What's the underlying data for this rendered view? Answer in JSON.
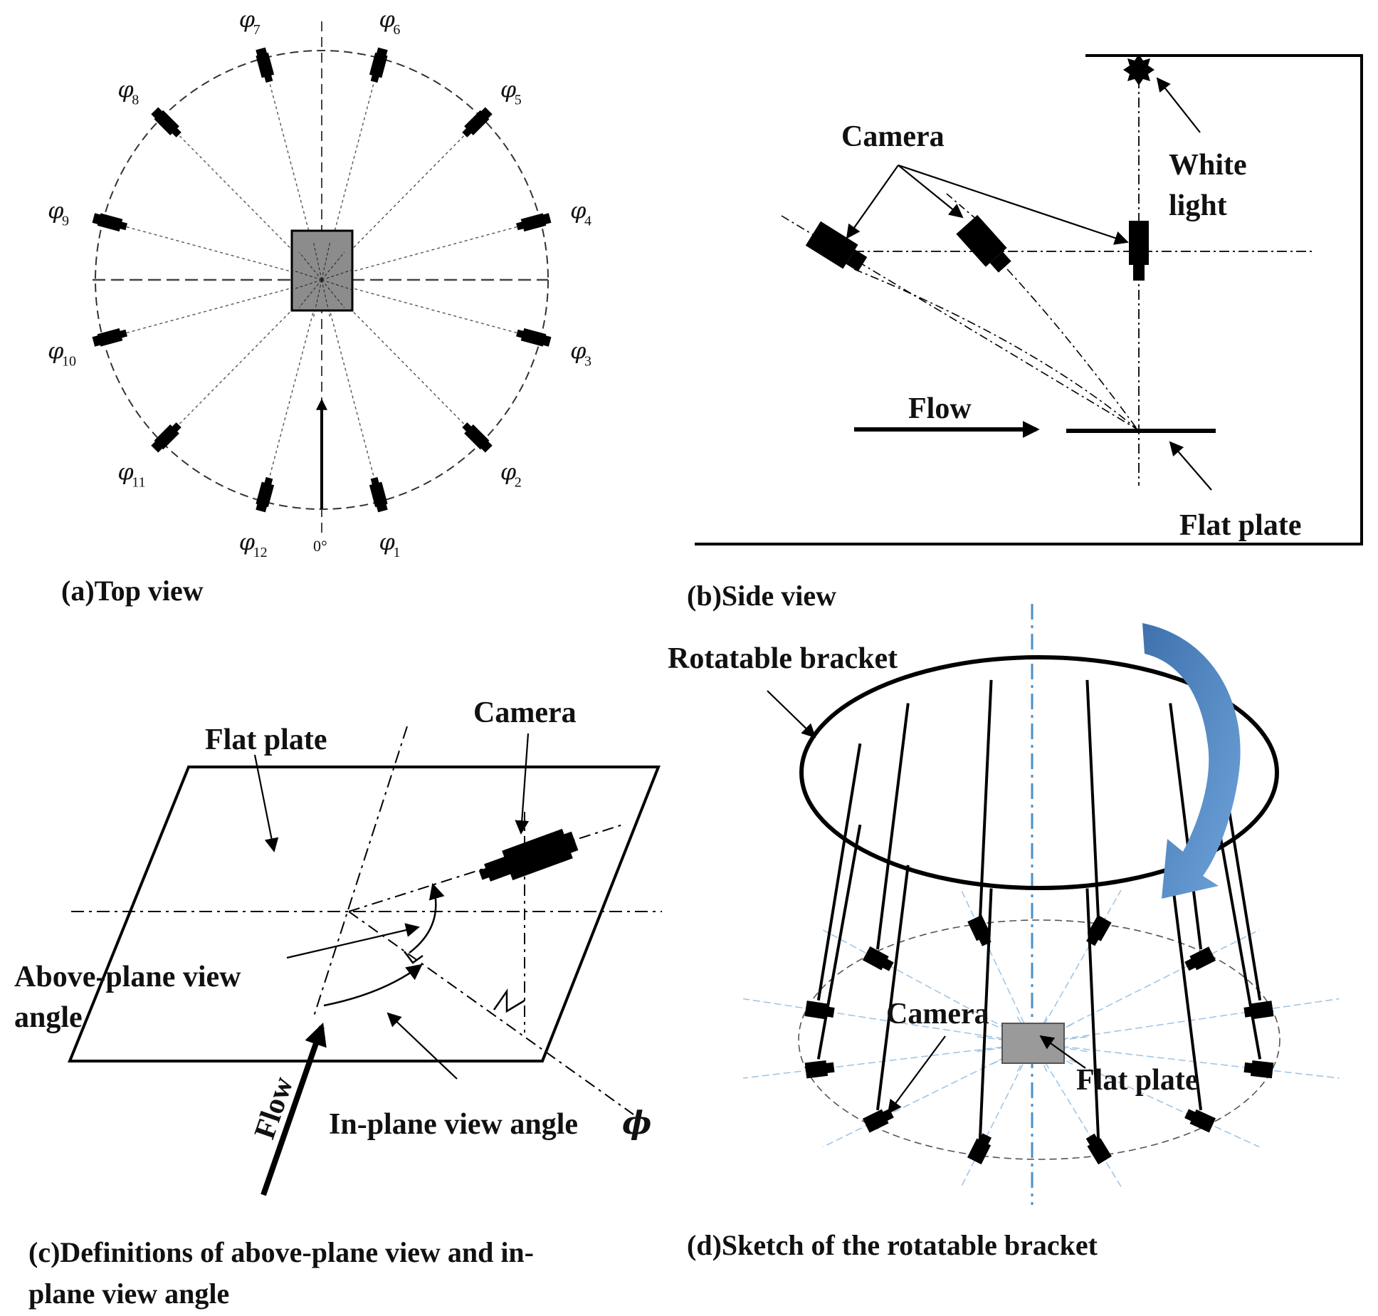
{
  "panels": {
    "a": {
      "caption": "(a)Top view",
      "camera_labels": [
        {
          "sym": "φ",
          "sub": "1"
        },
        {
          "sym": "φ",
          "sub": "2"
        },
        {
          "sym": "φ",
          "sub": "3"
        },
        {
          "sym": "φ",
          "sub": "4"
        },
        {
          "sym": "φ",
          "sub": "5"
        },
        {
          "sym": "φ",
          "sub": "6"
        },
        {
          "sym": "φ",
          "sub": "7"
        },
        {
          "sym": "φ",
          "sub": "8"
        },
        {
          "sym": "φ",
          "sub": "9"
        },
        {
          "sym": "φ",
          "sub": "10"
        },
        {
          "sym": "φ",
          "sub": "11"
        },
        {
          "sym": "φ",
          "sub": "12"
        }
      ],
      "zero_label": "0°"
    },
    "b": {
      "caption": "(b)Side view",
      "camera_label": "Camera",
      "light_label_1": "White",
      "light_label_2": "light",
      "flow_label": "Flow",
      "plate_label": "Flat plate"
    },
    "c": {
      "caption_line1": "(c)Definitions of above-plane view and in-",
      "caption_line2": "plane view angle",
      "plate_label": "Flat plate",
      "camera_label": "Camera",
      "above_label_1": "Above-plane view",
      "above_label_2": "angle",
      "inplane_label": "In-plane view angle",
      "inplane_symbol": "ϕ",
      "flow_label": "Flow"
    },
    "d": {
      "caption": "(d)Sketch of the rotatable bracket",
      "bracket_label": "Rotatable bracket",
      "camera_label": "Camera",
      "plate_label": "Flat plate"
    }
  },
  "colors": {
    "ink": "#000000",
    "plate_fill": "#8c8c8c",
    "axis_blue": "#4a90c8",
    "ray_blue": "#9cc3e6",
    "arrow_blue_dark": "#3f72ad",
    "arrow_blue_light": "#6fa3da"
  }
}
